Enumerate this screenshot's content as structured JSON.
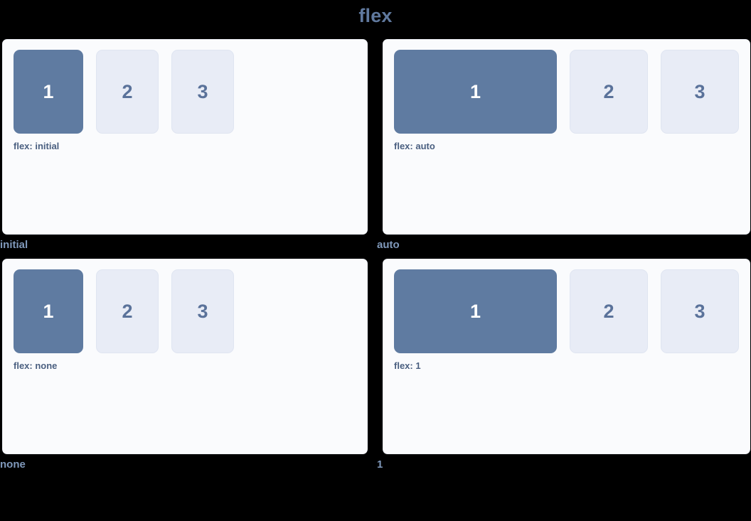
{
  "title": "flex",
  "colors": {
    "background": "#000000",
    "panel_bg": "#fafbfd",
    "primary_box": "#5f7ba1",
    "muted_box": "#e8ecf6",
    "title_text": "#60799e",
    "caption_text": "#4a5f80",
    "outer_label_text": "#8099bb",
    "muted_digit_text": "#5a729a"
  },
  "panels": [
    {
      "mode": "initial",
      "caption": "flex: initial",
      "outer_label": "initial",
      "boxes": [
        {
          "label": "1",
          "variant": "primary"
        },
        {
          "label": "2",
          "variant": "muted"
        },
        {
          "label": "3",
          "variant": "muted"
        }
      ]
    },
    {
      "mode": "auto",
      "caption": "flex: auto",
      "outer_label": "auto",
      "boxes": [
        {
          "label": "1",
          "variant": "primary"
        },
        {
          "label": "2",
          "variant": "muted"
        },
        {
          "label": "3",
          "variant": "muted"
        }
      ]
    },
    {
      "mode": "none",
      "caption": "flex: none",
      "outer_label": "none",
      "boxes": [
        {
          "label": "1",
          "variant": "primary"
        },
        {
          "label": "2",
          "variant": "muted"
        },
        {
          "label": "3",
          "variant": "muted"
        }
      ]
    },
    {
      "mode": "1",
      "caption": "flex: 1",
      "outer_label": "1",
      "boxes": [
        {
          "label": "1",
          "variant": "primary"
        },
        {
          "label": "2",
          "variant": "muted"
        },
        {
          "label": "3",
          "variant": "muted"
        }
      ]
    }
  ]
}
